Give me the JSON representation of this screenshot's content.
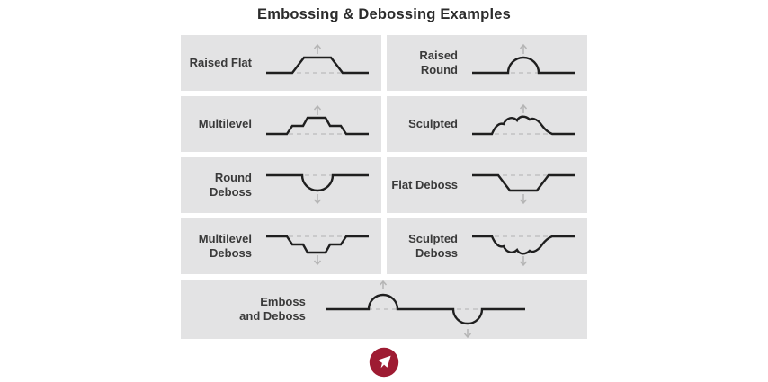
{
  "title": "Embossing & Debossing Examples",
  "cells": [
    {
      "label": "Raised Flat",
      "profile": "raised-flat",
      "arrow": "up"
    },
    {
      "label": "Raised Round",
      "profile": "raised-round",
      "arrow": "up"
    },
    {
      "label": "Multilevel",
      "profile": "multilevel",
      "arrow": "up"
    },
    {
      "label": "Sculpted",
      "profile": "sculpted",
      "arrow": "up"
    },
    {
      "label": "Round Deboss",
      "profile": "round-deboss",
      "arrow": "down"
    },
    {
      "label": "Flat Deboss",
      "profile": "flat-deboss",
      "arrow": "down"
    },
    {
      "label": "Multilevel\nDeboss",
      "profile": "multilevel-deboss",
      "arrow": "down"
    },
    {
      "label": "Sculpted\nDeboss",
      "profile": "sculpted-deboss",
      "arrow": "down"
    },
    {
      "label": "Emboss\nand Deboss",
      "profile": "emboss-and-deboss",
      "arrow": "both"
    }
  ],
  "colors": {
    "cell_background": "#e3e3e4",
    "profile_line": "#1f1f1f",
    "dashed_baseline": "#bcbcbc",
    "arrow": "#b5b5b5",
    "label_text": "#3a3a3a",
    "title_text": "#2b2b2b",
    "logo_accent": "#9e1b32"
  },
  "logo": {
    "icon": "brand-mark-icon"
  }
}
